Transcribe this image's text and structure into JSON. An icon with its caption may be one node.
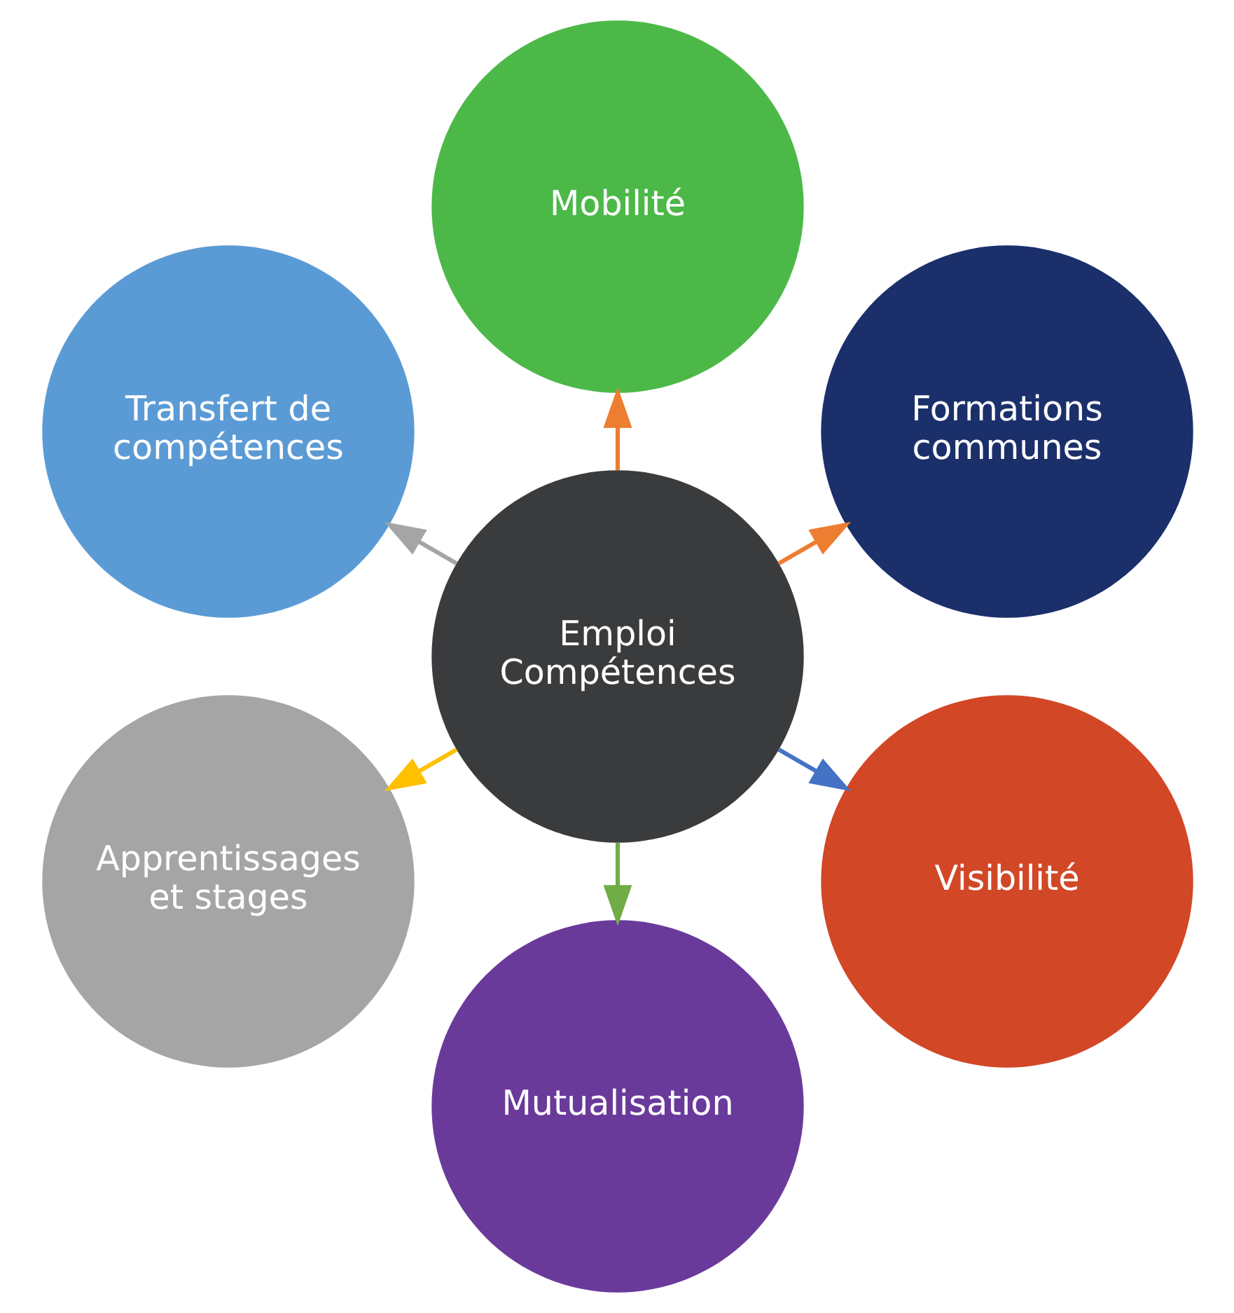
{
  "diagram": {
    "nodes": [
      {
        "text": [
          "Formations communes"
        ]
      },
      {
        "text": [
          "Mobilité"
        ]
      },
      {
        "text": [
          "Transfert de compétences"
        ]
      },
      {
        "text": [
          "Emploi Compétences"
        ]
      },
      {
        "text": [
          "Apprentissages et stages"
        ]
      },
      {
        "text": [
          "Mutualisation"
        ]
      },
      {
        "text": [
          "Visibilité"
        ]
      }
    ],
    "edges": [
      {
        "from": 3,
        "to": 0,
        "arrow": "to",
        "color": "#ed7d31"
      },
      {
        "from": 3,
        "to": 2,
        "arrow": "to",
        "color": "#a5a5a5"
      },
      {
        "from": 3,
        "to": 4,
        "arrow": "to",
        "color": "#ffc000"
      },
      {
        "from": 3,
        "to": 6,
        "arrow": "to",
        "color": "#4472c4"
      },
      {
        "from": 3,
        "to": 5,
        "arrow": "to",
        "color": "#70ad47"
      },
      {
        "from": 3,
        "to": 1,
        "arrow": "to",
        "color": "#ed7d31"
      }
    ]
  }
}
